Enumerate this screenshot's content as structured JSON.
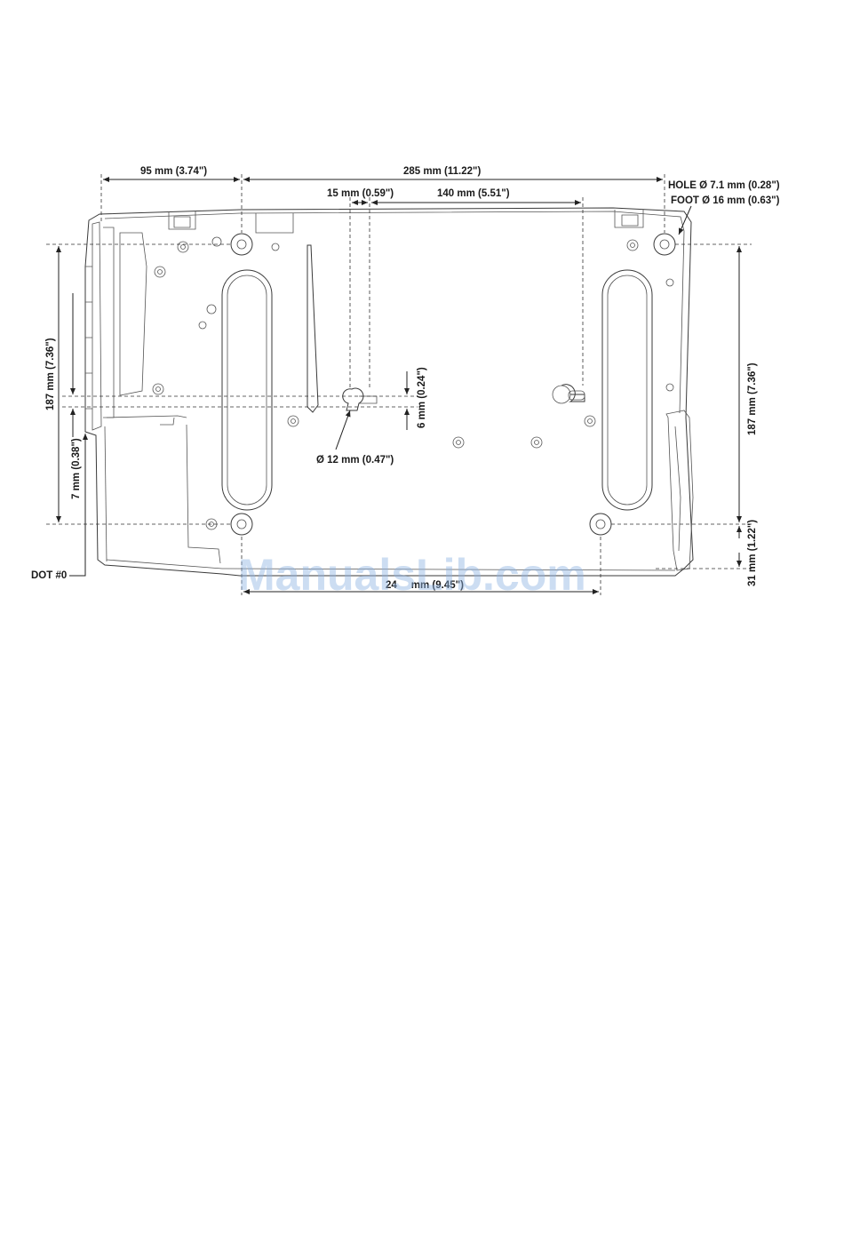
{
  "dimensions": {
    "d_95": "95 mm (3.74\")",
    "d_285": "285 mm (11.22\")",
    "d_15": "15 mm (0.59\")",
    "d_140": "140 mm (5.51\")",
    "hole": "HOLE Ø 7.1 mm (0.28\")",
    "foot": "FOOT Ø 16 mm (0.63\")",
    "d_187_left": "187 mm (7.36\")",
    "d_187_right": "187 mm (7.36\")",
    "d_7": "7 mm (0.38\")",
    "d_6": "6 mm (0.24\")",
    "d_12": "Ø 12 mm (0.47\")",
    "d_31": "31 mm (1.22\")",
    "d_bottom": "24     mm (9.45\")",
    "dot": "DOT #0"
  },
  "watermark": "ManualsLib.com"
}
